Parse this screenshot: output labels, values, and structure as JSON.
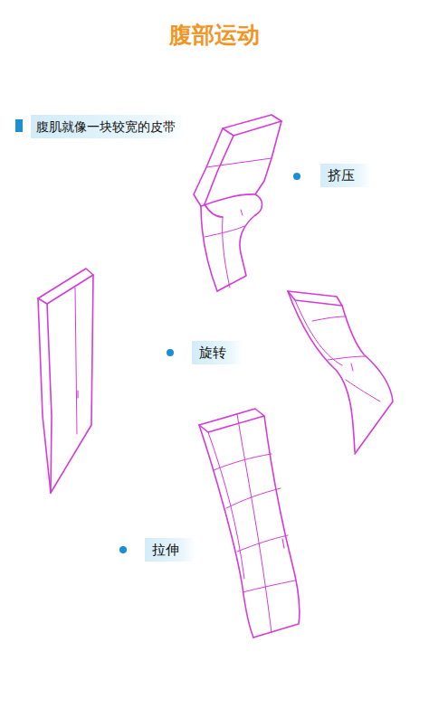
{
  "diagram": {
    "title": "腹部运动",
    "labels": [
      "腹肌就像一块较宽的皮带",
      "挤压",
      "旋转",
      "拉伸"
    ]
  }
}
